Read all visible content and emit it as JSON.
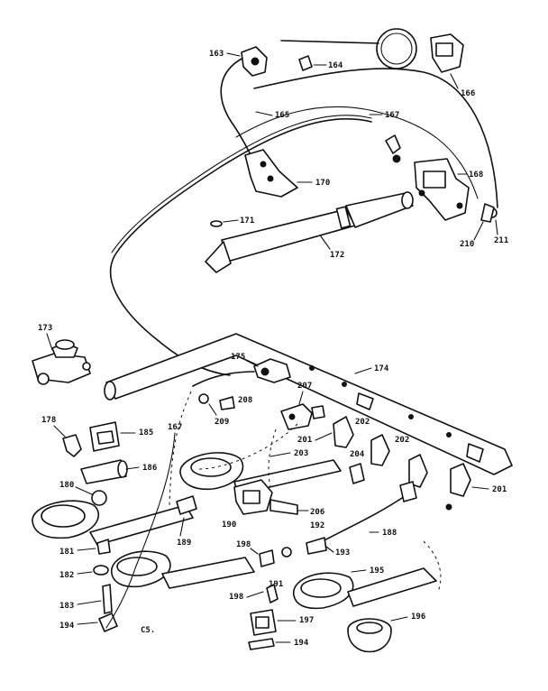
{
  "diagram": {
    "colors": {
      "ink": "#111111",
      "paper": "#ffffff"
    },
    "caption": "C5.",
    "labels": [
      "163",
      "164",
      "166",
      "165",
      "167",
      "168",
      "170",
      "171",
      "172",
      "210",
      "211",
      "173",
      "174",
      "175",
      "208",
      "209",
      "207",
      "178",
      "185",
      "167",
      "186",
      "180",
      "201",
      "202",
      "204",
      "203",
      "206",
      "190",
      "189",
      "192",
      "181",
      "188",
      "182",
      "183",
      "194",
      "195",
      "196",
      "197",
      "198",
      "191",
      "193"
    ]
  }
}
